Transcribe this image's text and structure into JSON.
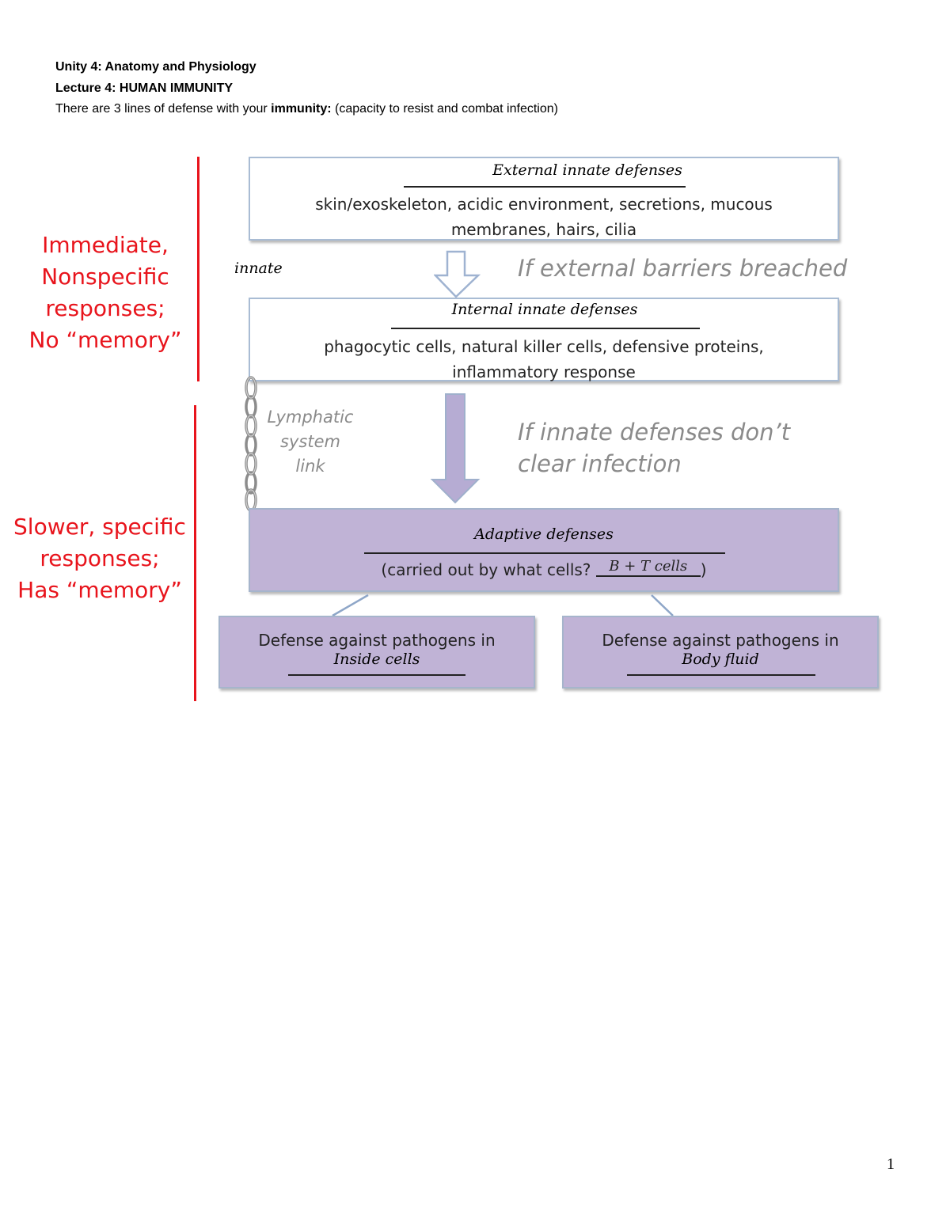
{
  "header": {
    "line1": "Unity 4: Anatomy and Physiology",
    "line2": "Lecture 4: HUMAN IMMUNITY",
    "line3_prefix": "There are 3 lines of defense with your ",
    "line3_bold": "immunity:",
    "line3_suffix": " (capacity to resist and combat infection)"
  },
  "left_labels": {
    "innate_side": [
      "Immediate,",
      "Nonspecific",
      "responses;",
      "No “memory”"
    ],
    "adaptive_side": [
      "Slower, specific",
      "responses;",
      "Has “memory”"
    ]
  },
  "boxes": {
    "external": {
      "answer": "External innate defenses",
      "description_line1": "skin/exoskeleton, acidic environment, secretions, mucous",
      "description_line2": "membranes, hairs, cilia"
    },
    "internal": {
      "answer": "Internal innate defenses",
      "description_line1": "phagocytic cells, natural killer cells, defensive proteins,",
      "description_line2": "inflammatory response"
    },
    "adaptive": {
      "answer": "Adaptive defenses",
      "question_prefix": "(carried out by what cells? ",
      "question_answer": "B + T cells",
      "question_suffix": ")"
    },
    "inside_cells": {
      "label": "Defense against pathogens in",
      "answer": "Inside cells"
    },
    "body_fluid": {
      "label": "Defense against pathogens in",
      "answer": "Body fluid"
    }
  },
  "annotations": {
    "innate": "innate",
    "breached": "If external barriers breached",
    "lymphatic": [
      "Lymphatic",
      "system",
      "link"
    ],
    "not_cleared": [
      "If innate defenses don’t",
      "clear infection"
    ]
  },
  "colors": {
    "accent_red": "#e8141c",
    "purple_fill": "#c0b3d6",
    "arrow_purple": "#b6acd3",
    "box_border": "#a9bcd4",
    "annotation_grey": "#8a8a8a"
  },
  "page_number": "1"
}
